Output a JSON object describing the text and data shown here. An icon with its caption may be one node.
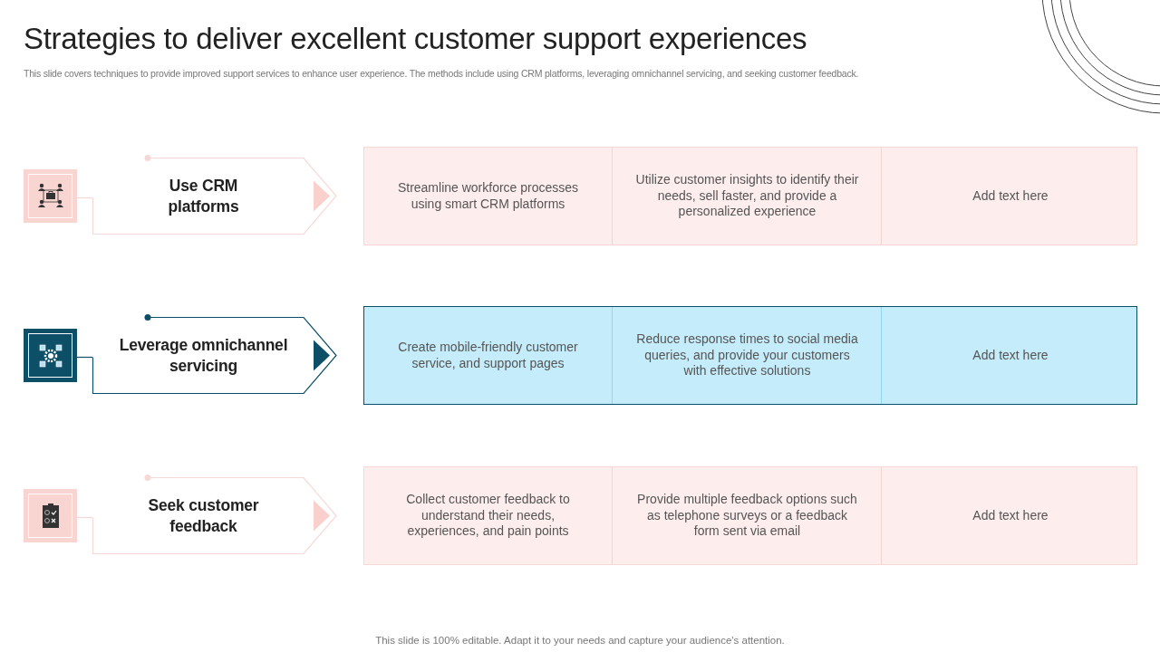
{
  "diagram": {
    "title": "Strategies to deliver excellent customer support experiences",
    "nodes": [
      {
        "text": [],
        "shape": "box"
      },
      {
        "text": [
          "Use CRM platforms"
        ]
      },
      {
        "text": [],
        "shape": "box"
      },
      {
        "text": [
          "Streamline workforce processes using smart CRM platforms"
        ],
        "in": 2
      },
      {
        "text": [
          "Utilize customer insights to identify their needs, sell faster, and provide a personalized experience"
        ],
        "in": 2
      },
      {
        "text": [
          "Add text here"
        ],
        "in": 2
      },
      {
        "text": [],
        "shape": "box"
      },
      {
        "text": [
          "Leverage omnichannel servicing"
        ]
      },
      {
        "text": [],
        "shape": "box"
      },
      {
        "text": [
          "Create mobile-friendly  customer service, and support pages"
        ],
        "in": 8
      },
      {
        "text": [
          "Reduce response times to social media queries, and provide your customers with effective solutions"
        ],
        "in": 8
      },
      {
        "text": [
          "Add text here"
        ],
        "in": 8
      },
      {
        "text": [],
        "shape": "box"
      },
      {
        "text": [
          "Seek customer feedback"
        ]
      },
      {
        "text": [],
        "shape": "box"
      },
      {
        "text": [
          "Collect customer feedback to understand their needs, experiences, and pain points"
        ],
        "in": 14
      },
      {
        "text": [
          "Provide multiple feedback options such as telephone surveys or a feedback form sent via email"
        ],
        "in": 14
      },
      {
        "text": [
          "Add text here"
        ],
        "in": 14
      }
    ],
    "edges": [
      {
        "from": 0,
        "to": 1,
        "arrow": "none"
      },
      {
        "from": 6,
        "to": 7,
        "arrow": "none",
        "color": "#0d4f66"
      },
      {
        "from": 12,
        "to": 13,
        "arrow": "none"
      }
    ],
    "labels": [
      "This slide covers techniques to provide improved support services to enhance user experience. The methods include using CRM platforms, leveraging omnichannel servicing, and seeking customer feedback.",
      "This slide is 100% editable. Adapt it to your needs and capture your audience's attention."
    ]
  }
}
